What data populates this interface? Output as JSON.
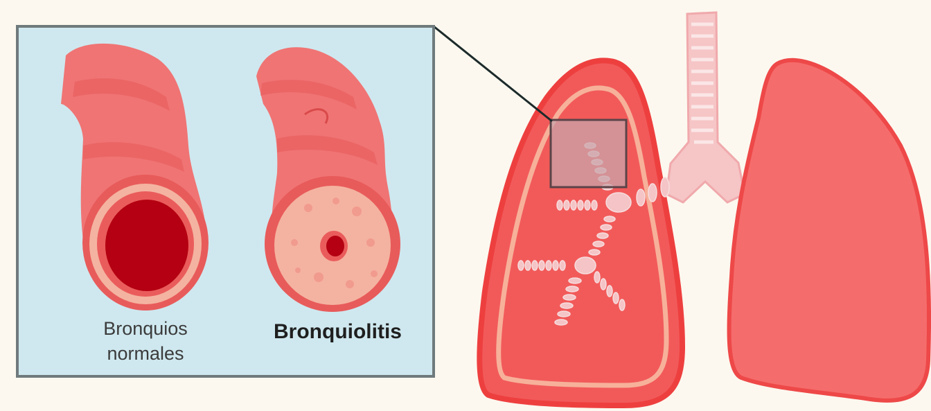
{
  "labels": {
    "normal_line1": "Bronquios",
    "normal_line2": "normales",
    "bronchiolitis": "Bronquiolitis"
  },
  "colors": {
    "background": "#fcf8ef",
    "inset_panel": "#cfe8ef",
    "inset_border": "#6f7a7c",
    "tissue": "#f07474",
    "tissue_dark": "#e85b5b",
    "wall_ring": "#f4b3a0",
    "lumen": "#b40012",
    "lung_outline": "#ee3f3f",
    "lung_fill": "#f25a5a",
    "right_lung": "#f56c6c",
    "trachea": "#f3b9bc"
  },
  "icons": [
    "normal-bronchus-icon",
    "inflamed-bronchus-icon",
    "left-lung-icon",
    "right-lung-icon",
    "trachea-icon"
  ]
}
